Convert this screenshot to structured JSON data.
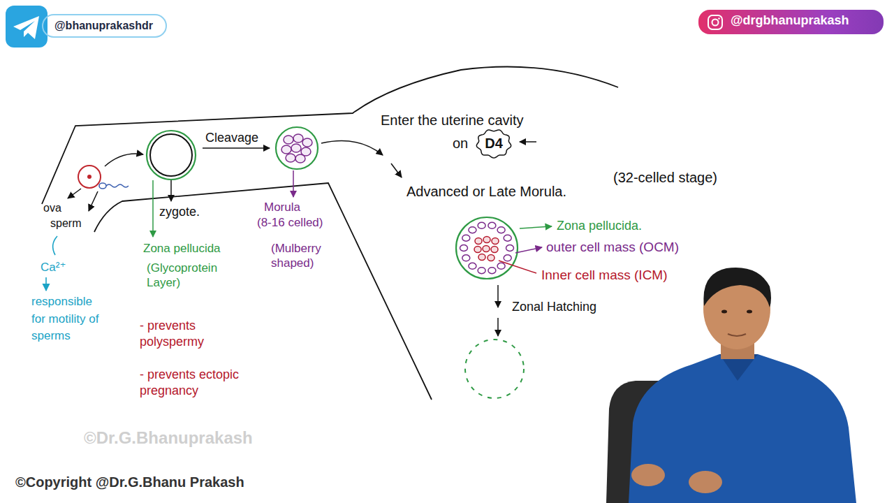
{
  "diagram": {
    "nodes": [
      {
        "text": [
          "@bhanuprakashdr"
        ]
      },
      {
        "text": [
          "@drgbhanuprakash"
        ]
      },
      {
        "text": [
          "D4"
        ]
      }
    ],
    "labels": [
      "Cleavage",
      "Enter the uterine cavity",
      "on",
      "Advanced or Late Morula.",
      "(32-celled stage)",
      "ova",
      "sperm",
      "zygote.",
      "Morula",
      "(8-16 celled)",
      "Zona pellucida.",
      "outer cell mass (OCM)",
      "Inner cell mass (ICM)",
      "Ca²⁺",
      "(Mulberry shaped)",
      "Zona pellucida",
      "(Glycoprotein Layer)",
      "Zonal Hatching",
      "responsible for motility of sperms",
      "- prevents polyspermy",
      "- prevents ectopic pregnancy",
      "©Dr.G.Bhanuprakash",
      "©Copyright @Dr.G.Bhanu Prakash"
    ]
  }
}
